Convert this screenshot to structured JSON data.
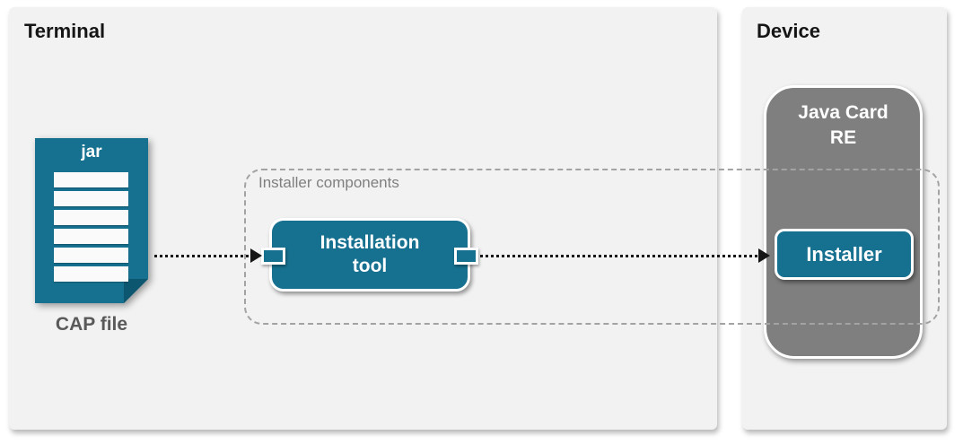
{
  "colors": {
    "teal": "#16708f",
    "teal_dark": "#0c566f",
    "panel_background": "#f2f2f2",
    "gray_box": "#7f7f7f",
    "dash_gray": "#a3a3a3",
    "arrow_black": "#161616",
    "caption_gray": "#595959"
  },
  "terminal": {
    "title": "Terminal",
    "cap_file": {
      "icon_label": "jar",
      "caption": "CAP file",
      "rows": 6
    }
  },
  "installer_components": {
    "label": "Installer components",
    "installation_tool": {
      "line1": "Installation",
      "line2": "tool"
    }
  },
  "device": {
    "title": "Device",
    "java_card_re": {
      "line1": "Java Card",
      "line2": "RE",
      "installer": {
        "label": "Installer"
      }
    }
  }
}
